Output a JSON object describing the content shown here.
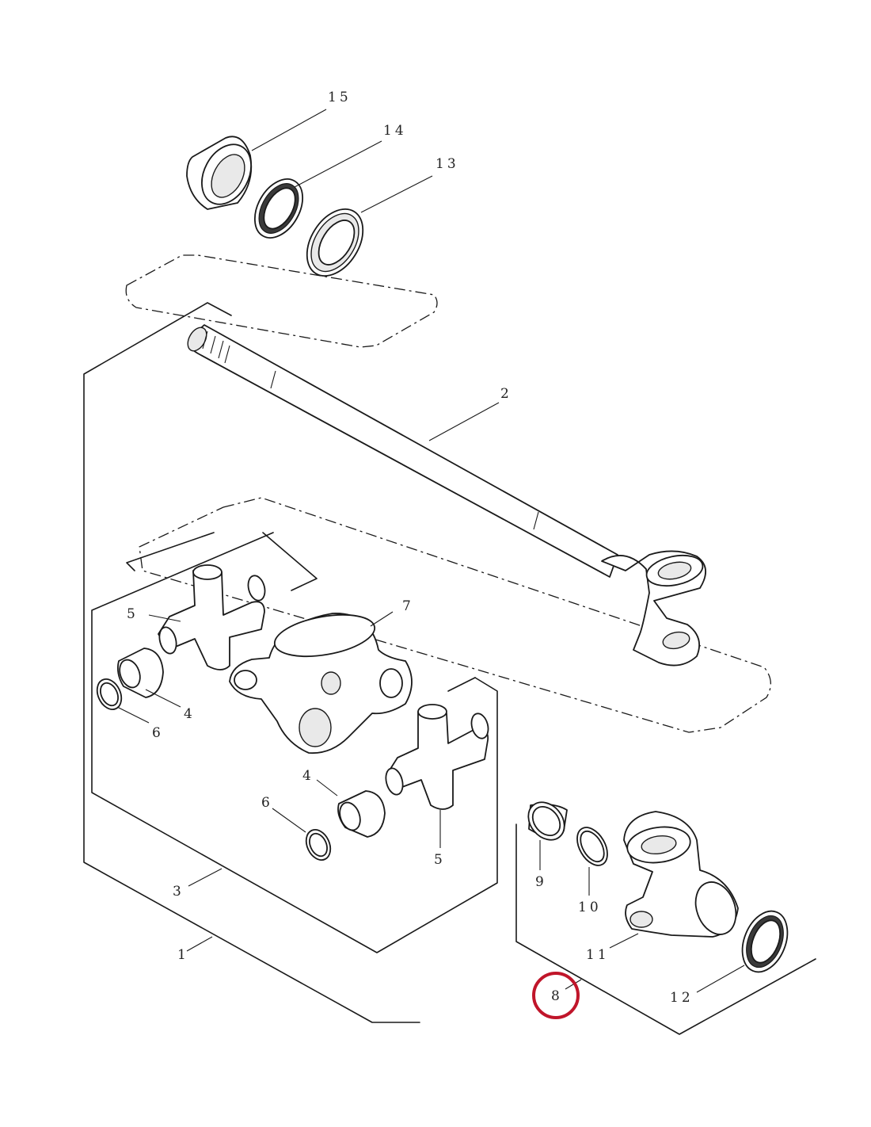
{
  "callouts": [
    {
      "id": "1",
      "text": "1"
    },
    {
      "id": "2",
      "text": "2"
    },
    {
      "id": "3",
      "text": "3"
    },
    {
      "id": "4a",
      "text": "4"
    },
    {
      "id": "4b",
      "text": "4"
    },
    {
      "id": "5a",
      "text": "5"
    },
    {
      "id": "5b",
      "text": "5"
    },
    {
      "id": "6a",
      "text": "6"
    },
    {
      "id": "6b",
      "text": "6"
    },
    {
      "id": "7",
      "text": "7"
    },
    {
      "id": "8",
      "text": "8"
    },
    {
      "id": "9",
      "text": "9"
    },
    {
      "id": "10",
      "text": "10"
    },
    {
      "id": "11",
      "text": "11"
    },
    {
      "id": "12",
      "text": "12"
    },
    {
      "id": "13",
      "text": "13"
    },
    {
      "id": "14",
      "text": "14"
    },
    {
      "id": "15",
      "text": "15"
    }
  ],
  "highlight": {
    "target": "8",
    "color": "#c0152a"
  },
  "colors": {
    "line": "#1a1a1a",
    "background": "#ffffff"
  }
}
